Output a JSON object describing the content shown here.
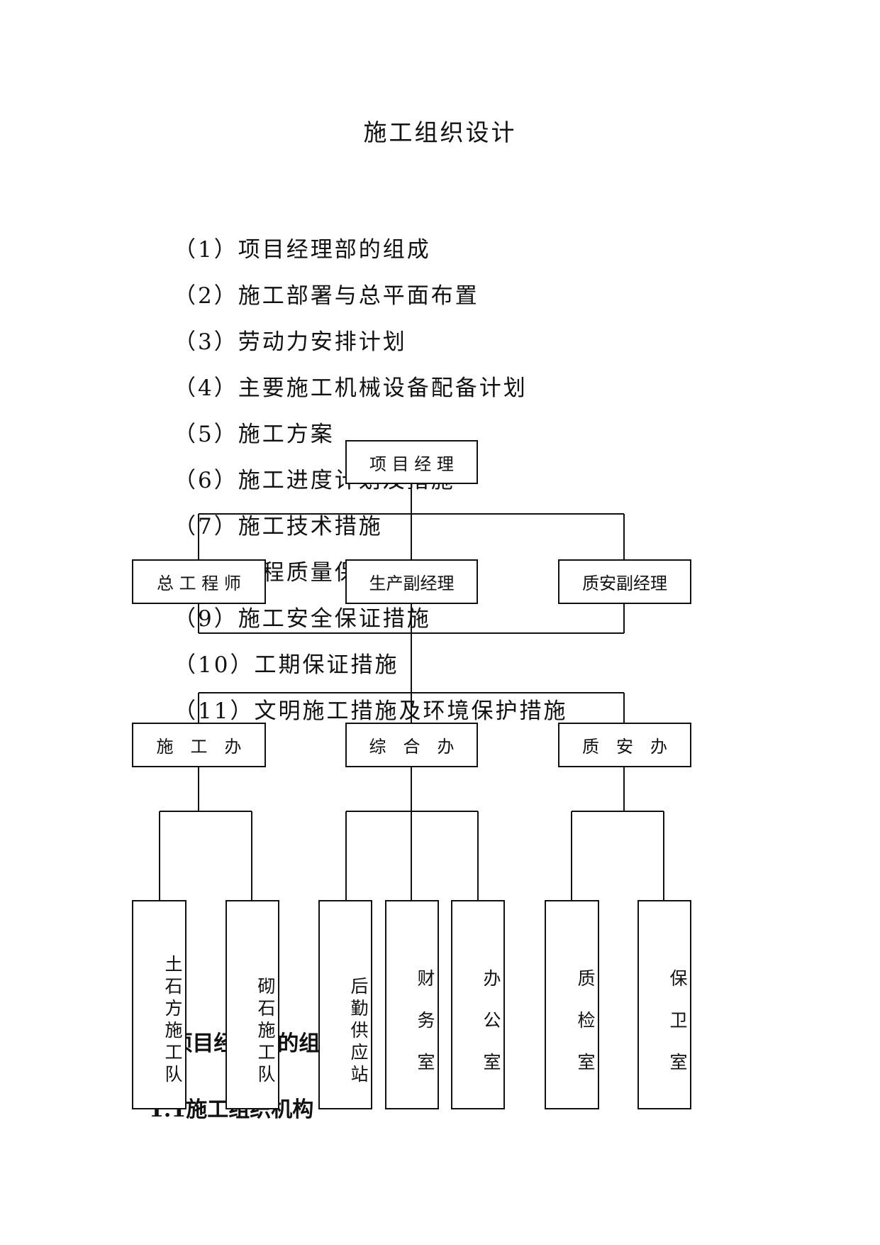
{
  "document": {
    "title": "施工组织设计",
    "toc": [
      "（1）项目经理部的组成",
      "（2）施工部署与总平面布置",
      "（3）劳动力安排计划",
      "（4）主要施工机械设备配备计划",
      "（5）施工方案",
      "（6）施工进度计划及措施",
      "（7）施工技术措施",
      "（8）工程质量保证措施",
      "（9）施工安全保证措施",
      "（10）工期保证措施",
      "（11）文明施工措施及环境保护措施"
    ],
    "section_heading": "1.项目经理部的组成",
    "subsection_heading": "1.1施工组织机构"
  },
  "org_chart": {
    "manager": "项 目 经 理",
    "deputies": [
      "总 工 程 师",
      "生产副经理",
      "质安副经理"
    ],
    "offices": [
      "施　工　办",
      "综　合　办",
      "质　安　办"
    ],
    "units": [
      "土石方施工队",
      "砌石施工队",
      "后勤供应站",
      "财务室",
      "办公室",
      "质检室",
      "保卫室"
    ]
  }
}
